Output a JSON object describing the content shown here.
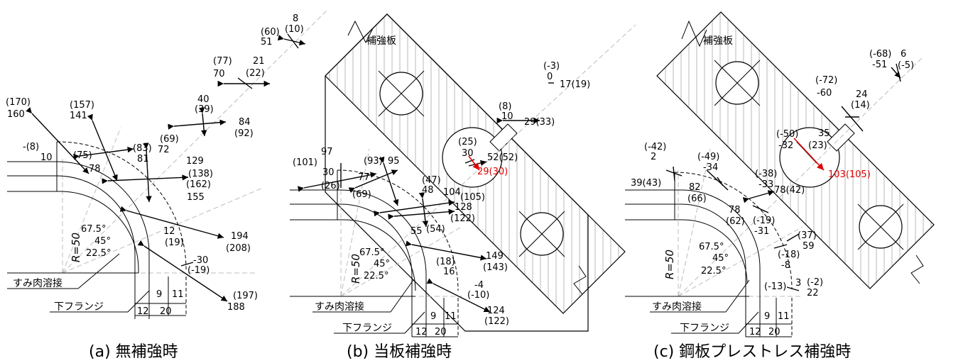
{
  "captions": {
    "a": "(a) 無補強時",
    "b": "(b) 当板補強時",
    "c": "(c) 鋼板プレストレス補強時"
  },
  "common": {
    "fillet_weld": "すみ肉溶接",
    "lower_flange": "下フランジ",
    "radius": "R=50",
    "angle_67": "67.5°",
    "angle_45": "45°",
    "angle_22": "22.5°",
    "dim_12": "12",
    "dim_9": "9",
    "dim_11": "11",
    "dim_20": "20"
  },
  "plate_label": "補強板",
  "panel_a": {
    "labels": [
      "(60)",
      "8",
      "51",
      "(10)",
      "(77)",
      "21",
      "70",
      "(22)",
      "40",
      "(39)",
      "84",
      "(92)",
      "(170)",
      "160",
      "(157)",
      "141",
      "(69)",
      "72",
      "(83)",
      "81",
      "-(8)",
      "10",
      "(75)",
      "78",
      "129",
      "(138)",
      "(162)",
      "155",
      "12",
      "(19)",
      "194",
      "(208)",
      "-30",
      "(-19)",
      "(197)",
      "188"
    ]
  },
  "panel_b": {
    "labels": [
      "(-3)",
      "0",
      "17(19)",
      "(8)",
      "10",
      "29(33)",
      "(25)",
      "30",
      "52(52)",
      "29(30)",
      "97",
      "(101)",
      "30",
      "(26)",
      "(69)",
      "(93)",
      "95",
      "77",
      "(47)",
      "48",
      "104",
      "(105)",
      "128",
      "(122)",
      "55",
      "(54)",
      "(18)",
      "16",
      "149",
      "(143)",
      "-4",
      "(-10)",
      "124",
      "(122)"
    ]
  },
  "panel_c": {
    "labels": [
      "(-68)",
      "6",
      "-51",
      "(-5)",
      "(-72)",
      "-60",
      "24",
      "(14)",
      "(-50)",
      "35",
      "-32",
      "(23)",
      "103(105)",
      "(-42)",
      "2",
      "39(43)",
      "(-49)",
      "-34",
      "82",
      "(66)",
      "(-38)",
      "-33",
      "78(42)",
      "78",
      "(62)",
      "(-19)",
      "-31",
      "(37)",
      "59",
      "(-18)",
      "-8",
      "(-13)",
      "3",
      "(-2)",
      "22"
    ]
  }
}
